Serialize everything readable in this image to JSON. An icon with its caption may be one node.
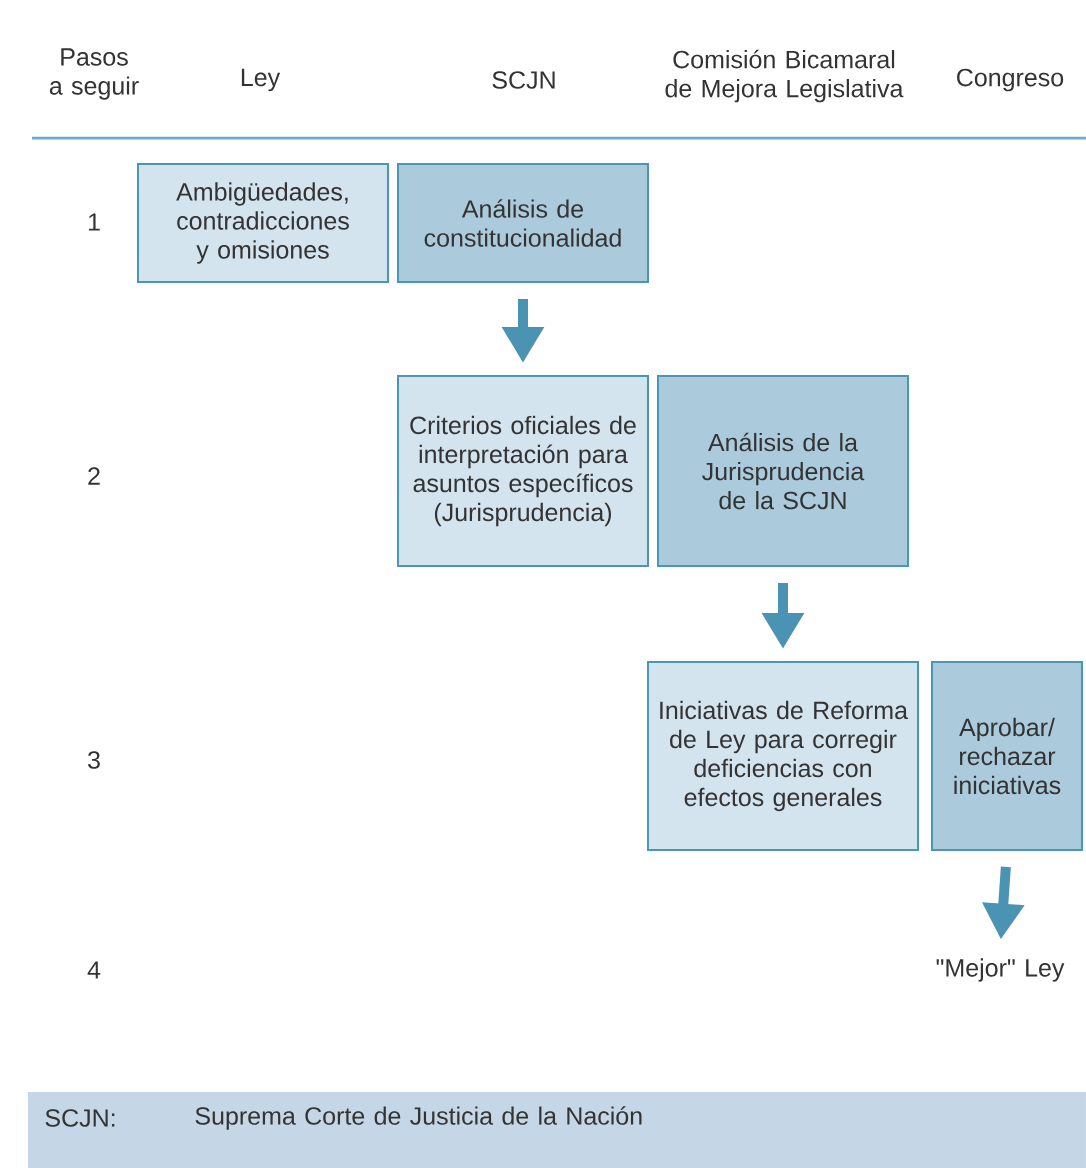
{
  "diagram": {
    "nodes": [
      {
        "text": [
          "Ambigüedades, contradicciones y omisiones"
        ]
      },
      {
        "text": [
          "Análisis de constitucionalidad"
        ]
      },
      {
        "text": [
          "Criterios oficiales de interpretación para asuntos específicos (Jurisprudencia)"
        ]
      },
      {
        "text": [
          "Análisis de la Jurisprudencia de la SCJN"
        ]
      },
      {
        "text": [
          "Iniciativas de Reforma de Ley para corregir deficiencias con efectos generales"
        ]
      },
      {
        "text": [
          "Aprobar/ rechazar iniciativas"
        ]
      },
      {
        "text": [
          "\"Mejor\" Ley"
        ]
      }
    ],
    "edges": [
      {
        "from": 1,
        "to": 2,
        "arrow": "to"
      },
      {
        "from": 3,
        "to": 4,
        "arrow": "to"
      },
      {
        "from": 5,
        "to": 6,
        "arrow": "to"
      }
    ],
    "labels": [
      "Pasos a seguir",
      "Ley",
      "SCJN",
      "Comisión Bicamaral de Mejora Legislativa",
      "Congreso",
      "1",
      "2",
      "3",
      "4",
      "SCJN:",
      "Suprema Corte de Justicia de la Nación"
    ]
  }
}
